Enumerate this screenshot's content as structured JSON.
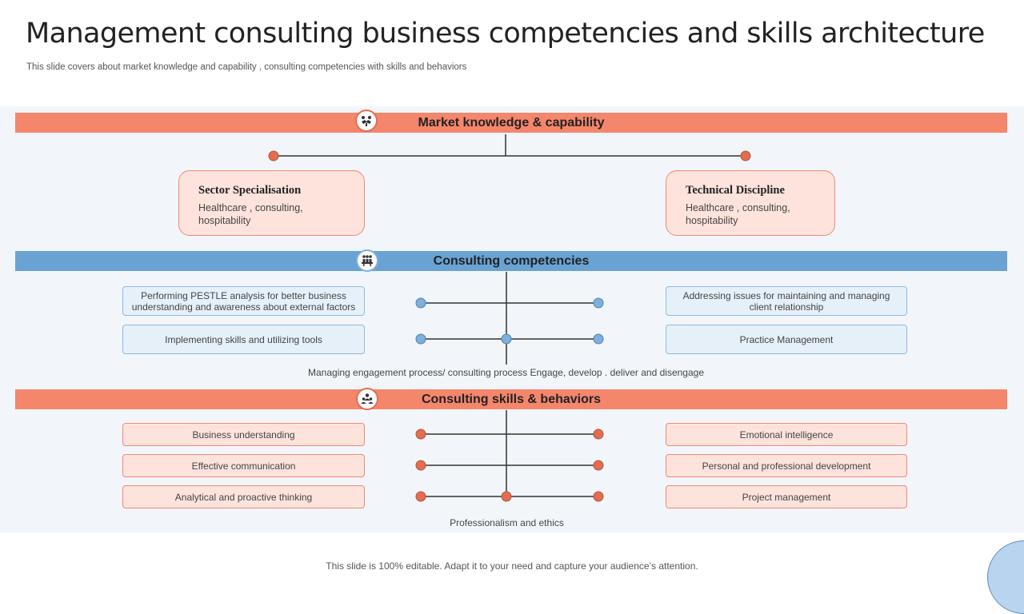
{
  "header": {
    "title": "Management consulting business competencies and skills architecture",
    "subtitle": "This slide covers about market knowledge and capability , consulting competencies with skills and behaviors"
  },
  "sections": {
    "market": {
      "title": "Market knowledge & capability",
      "icon": "handshake-icon",
      "cards": [
        {
          "title": "Sector Specialisation",
          "desc": "Healthcare  , consulting, hospitability"
        },
        {
          "title": "Technical Discipline",
          "desc": "Healthcare  , consulting, hospitability"
        }
      ]
    },
    "competencies": {
      "title": "Consulting competencies",
      "icon": "meeting-table-icon",
      "left": [
        "Performing PESTLE analysis for better business understanding and awareness about external factors",
        "Implementing skills and utilizing tools"
      ],
      "right": [
        "Addressing issues for maintaining and managing client relationship",
        "Practice Management"
      ],
      "caption": "Managing engagement process/ consulting process Engage, develop . deliver and disengage"
    },
    "skills": {
      "title": "Consulting skills & behaviors",
      "icon": "team-icon",
      "left": [
        "Business understanding",
        "Effective communication",
        "Analytical and proactive thinking"
      ],
      "right": [
        "Emotional intelligence",
        "Personal and professional development",
        "Project management"
      ],
      "caption": "Professionalism and ethics"
    }
  },
  "footer": {
    "text": "This slide is 100% editable. Adapt it to your need and capture your audience’s attention."
  },
  "colors": {
    "orange_band": "#f4866c",
    "blue_band": "#6aa3d3",
    "orange_dot": "#e46c4f",
    "blue_dot": "#7fb0dc",
    "line": "#333333"
  }
}
